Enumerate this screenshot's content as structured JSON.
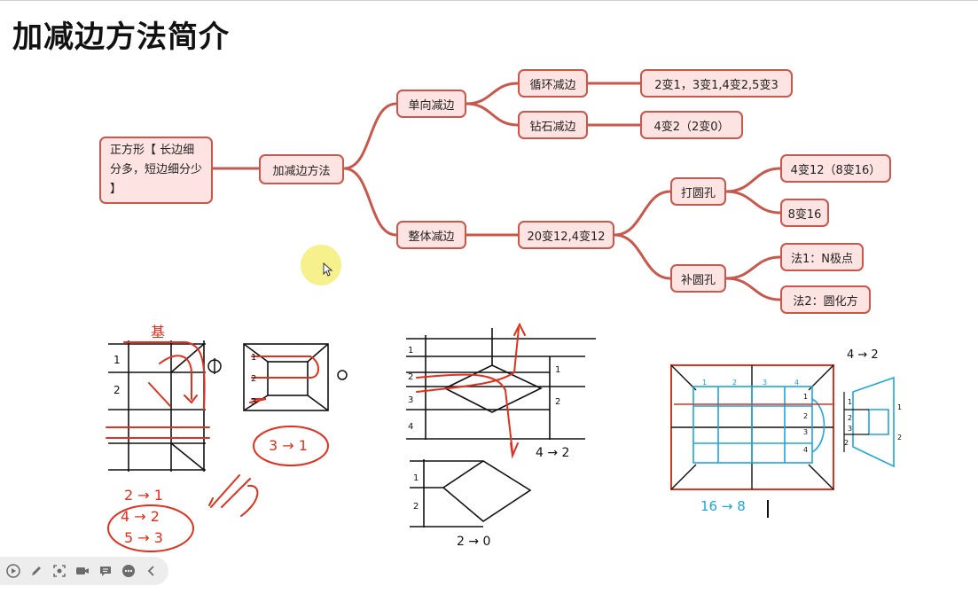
{
  "slide": {
    "title": "加减边方法简介"
  },
  "mindmap": {
    "root": "正方形【 长边细分多，短边细分少 】",
    "center": "加减边方法",
    "branch_one_way": "单向减边",
    "cycle_reduce": "循环减边",
    "cycle_result": "2变1，3变1,4变2,5变3",
    "diamond_reduce": "钻石减边",
    "diamond_result": "4变2（2变0）",
    "branch_whole": "整体减边",
    "whole_result": "20变12,4变12",
    "punch_hole": "打圆孔",
    "punch_r1": "4变12（8变16）",
    "punch_r2": "8变16",
    "fill_hole": "补圆孔",
    "fill_r1": "法1：N极点",
    "fill_r2": "法2：圆化方"
  },
  "sketches": {
    "s1_top": "基",
    "s1_row1": "1",
    "s1_row2": "2",
    "s2_row1": "1",
    "s2_row2": "2",
    "s2_row3": "3",
    "s1_marks": "2 → 1",
    "s1_marks2": "4 → 2",
    "s1_marks3": "5 → 3",
    "s2_loop": "3 → 1",
    "s3_rows": [
      "1",
      "2",
      "3",
      "4"
    ],
    "s3_right1": "1",
    "s3_right2": "2",
    "s3_label": "4 → 2",
    "s4_rows": [
      "1",
      "2"
    ],
    "s4_label": "2 → 0",
    "s5_label_top": "4 → 2",
    "s5_label_bottom": "16 → 8",
    "s5_cols": [
      "1",
      "2",
      "3",
      "4"
    ],
    "s5_rows": [
      "1",
      "2",
      "3",
      "4"
    ],
    "s6_rows": [
      "1",
      "2",
      "3",
      "2"
    ],
    "s6_right": [
      "1",
      "2"
    ]
  },
  "colors": {
    "node_fill": "#fde3e1",
    "node_border": "#c9584c",
    "link": "#c9584c",
    "ink_red": "#e0301e",
    "ink_blue": "#1ea7d8",
    "ink_black": "#111111"
  },
  "toolbar": {
    "icons": [
      "play-icon",
      "pen-icon",
      "screenshot-icon",
      "camera-icon",
      "comment-icon",
      "more-icon",
      "collapse-icon"
    ]
  }
}
